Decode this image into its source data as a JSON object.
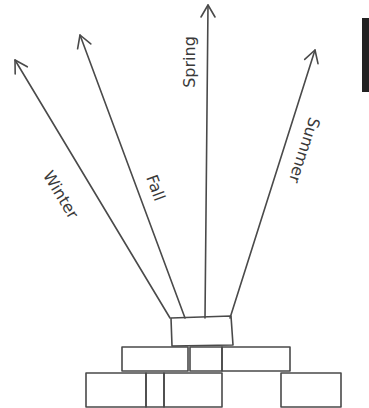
{
  "diagram": {
    "labels": [
      "Winter",
      "Fall",
      "Spring",
      "Summer"
    ]
  }
}
